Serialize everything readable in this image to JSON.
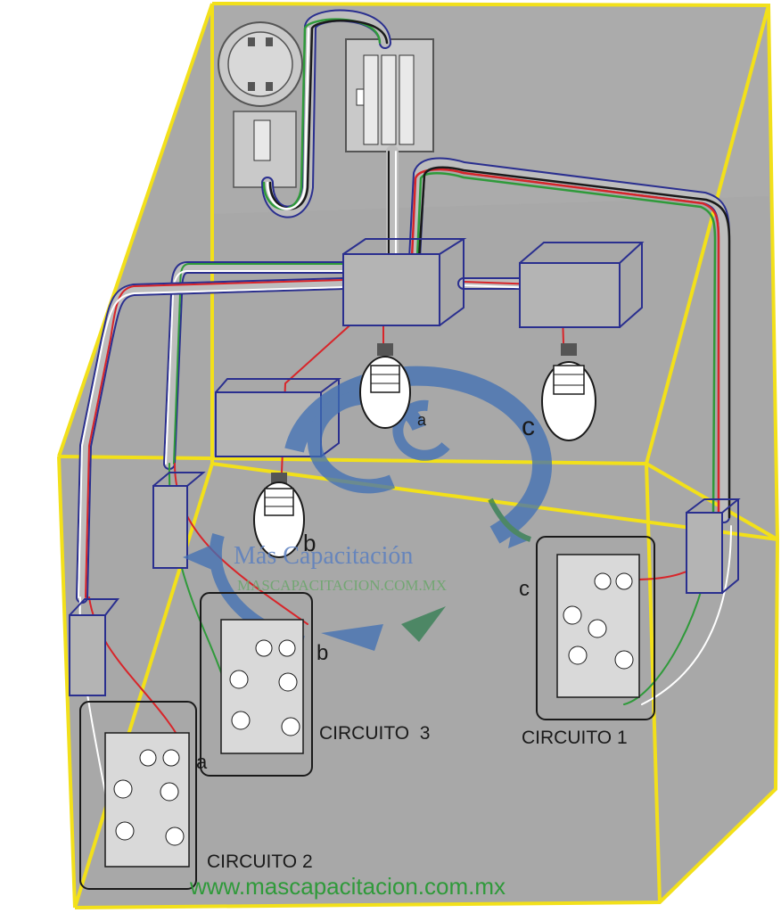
{
  "watermark": {
    "title": "Más Capacitación",
    "url": "MASCAPACITACION.COM.MX"
  },
  "labels": {
    "bulb_a": "a",
    "bulb_b": "b",
    "bulb_c": "c",
    "switch_a": "a",
    "switch_b": "b",
    "switch_c": "c",
    "circuit_1": "CIRCUITO 1",
    "circuit_2": "CIRCUITO 2",
    "circuit_3": "CIRCUITO  3"
  },
  "footer": {
    "website": "www.mascapacitacion.com.mx"
  },
  "colors": {
    "room_outline": "#f2e01a",
    "room_fill": "#a9a9a9",
    "box_outline": "#2a2f8f",
    "wire_red": "#d8252a",
    "wire_green": "#2f9a3a",
    "wire_white": "#ffffff",
    "wire_black": "#1a1a1a",
    "conduit_blue": "#2a2f8f",
    "logo_blue": "#3f6fb5",
    "logo_green": "#2f7d4f"
  },
  "icons": [
    "meter-icon",
    "breaker-panel-icon",
    "bulb-icon",
    "switch-plate-icon",
    "logo-icon"
  ]
}
